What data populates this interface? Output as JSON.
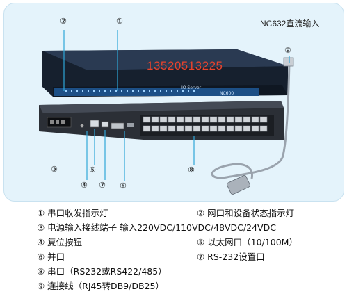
{
  "header": {
    "model_label": "NC632直流输入"
  },
  "watermark": {
    "phone": "13520513225"
  },
  "device": {
    "brand_text": "IO Server",
    "model_text": "NC600"
  },
  "callouts": [
    {
      "id": "1",
      "symbol": "①"
    },
    {
      "id": "2",
      "symbol": "②"
    },
    {
      "id": "3",
      "symbol": "③"
    },
    {
      "id": "4",
      "symbol": "④"
    },
    {
      "id": "5",
      "symbol": "⑤"
    },
    {
      "id": "6",
      "symbol": "⑥"
    },
    {
      "id": "7",
      "symbol": "⑦"
    },
    {
      "id": "8",
      "symbol": "⑧"
    },
    {
      "id": "9",
      "symbol": "⑨"
    }
  ],
  "legend": [
    {
      "text": "① 串口收发指示灯"
    },
    {
      "text": "② 网口和设备状态指示灯"
    },
    {
      "text": "③ 电源输入接线端子 输入220VDC/110VDC/48VDC/24VDC"
    },
    {
      "text": "④ 复位按钮"
    },
    {
      "text": "⑤ 以太网口（10/100M）"
    },
    {
      "text": "⑥ 并口"
    },
    {
      "text": "⑦ RS-232设置口"
    },
    {
      "text": "⑧ 串口（RS232或RS422/485）"
    },
    {
      "text": "⑨ 连接线（RJ45转DB9/DB25）"
    }
  ],
  "colors": {
    "panel_bg": "#e4f3fb",
    "phone": "#e8432c",
    "device_body": "#1f2a3a",
    "leader": "#2fa7d8"
  }
}
